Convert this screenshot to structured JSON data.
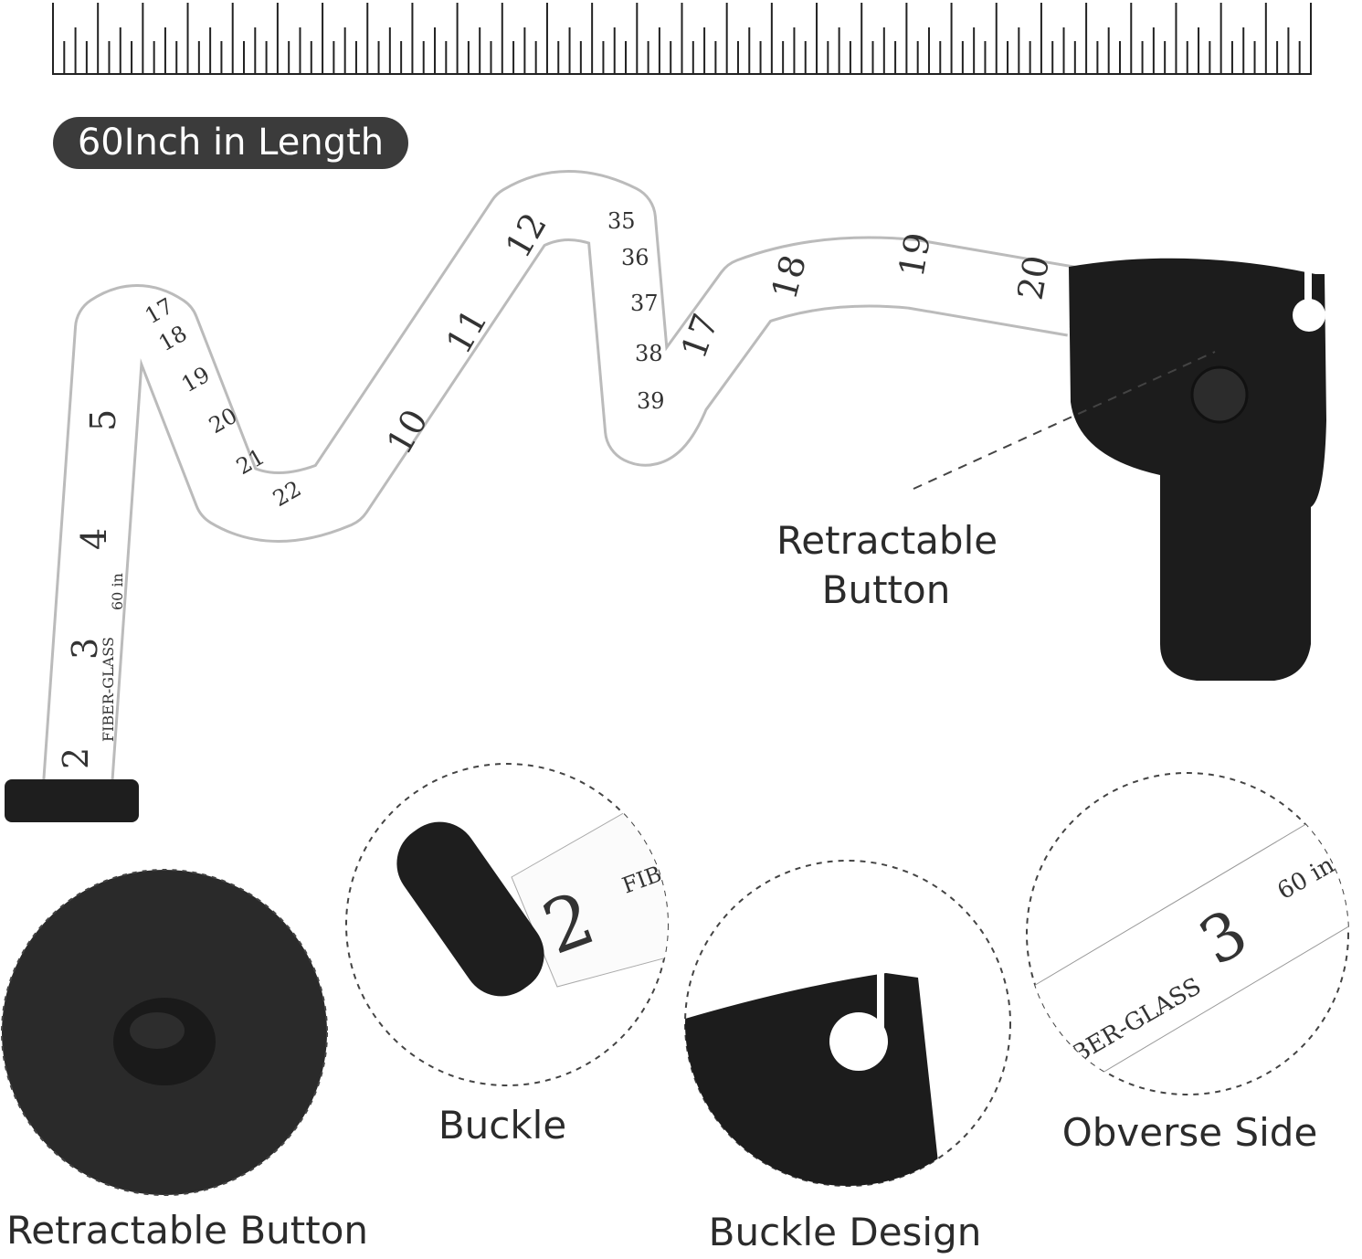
{
  "ruler": {
    "major_ticks": 28,
    "minor_per_major": 4
  },
  "badge": {
    "text": "60Inch in Length"
  },
  "callouts": {
    "main_button": [
      "Retractable",
      "Button"
    ],
    "detail_labels": {
      "retractable_button": "Retractable Button",
      "buckle": "Buckle",
      "buckle_design": "Buckle Design",
      "obverse_side": "Obverse Side"
    }
  },
  "tape_markings": {
    "inch": [
      "2",
      "3",
      "4",
      "5",
      "10",
      "11",
      "12",
      "17",
      "18",
      "19",
      "20"
    ],
    "cm": [
      "17",
      "18",
      "19",
      "20",
      "21",
      "22",
      "35",
      "36",
      "37",
      "38",
      "39"
    ],
    "print": [
      "60 in",
      "FIBER-GLASS"
    ]
  },
  "colors": {
    "device": "#1c1c1c",
    "badge": "#3b3b3b",
    "tape": "#ffffff"
  }
}
